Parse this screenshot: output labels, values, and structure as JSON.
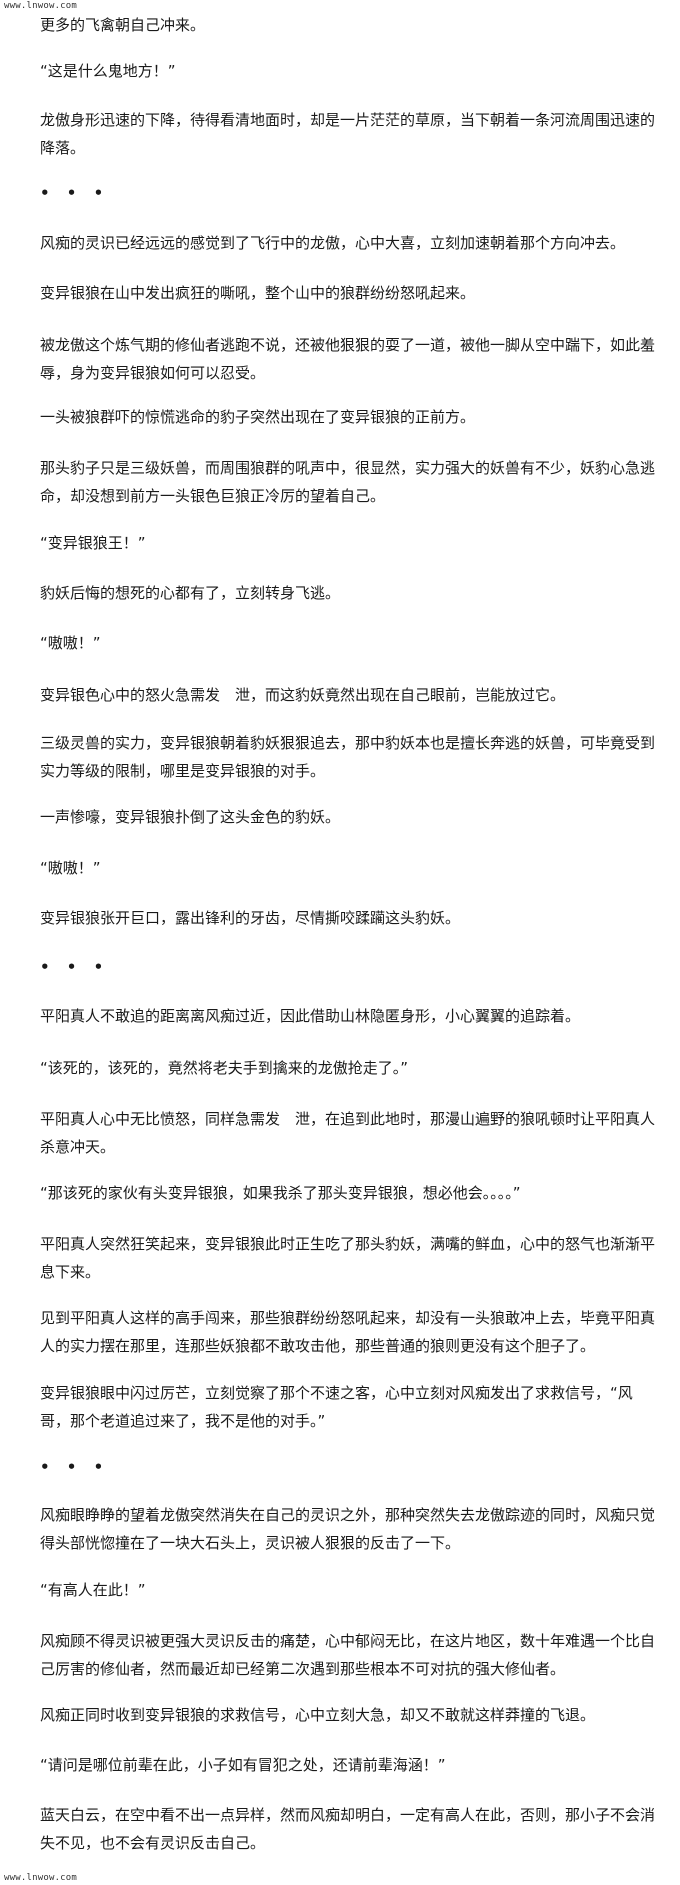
{
  "site": {
    "top_mark": "www.lnwow.com",
    "bottom_mark": "www.lnwow.com"
  },
  "paragraphs": [
    "更多的飞禽朝自己冲来。",
    "“这是什么鬼地方！”",
    "龙傲身形迅速的下降，待得看清地面时，却是一片茫茫的草原，当下朝着一条河流周围迅速的降落。",
    "• • •",
    "风痴的灵识已经远远的感觉到了飞行中的龙傲，心中大喜，立刻加速朝着那个方向冲去。",
    "变异银狼在山中发出疯狂的嘶吼，整个山中的狼群纷纷怒吼起来。",
    "被龙傲这个炼气期的修仙者逃跑不说，还被他狠狠的耍了一道，被他一脚从空中踹下，如此羞辱，身为变异银狼如何可以忍受。",
    "一头被狼群吓的惊慌逃命的豹子突然出现在了变异银狼的正前方。",
    "那头豹子只是三级妖兽，而周围狼群的吼声中，很显然，实力强大的妖兽有不少，妖豹心急逃命，却没想到前方一头银色巨狼正冷厉的望着自己。",
    "“变异银狼王！”",
    "豹妖后悔的想死的心都有了，立刻转身飞逃。",
    "“嗷嗷！”",
    "变异银色心中的怒火急需发　泄，而这豹妖竟然出现在自己眼前，岂能放过它。",
    "三级灵兽的实力，变异银狼朝着豹妖狠狠追去，那中豹妖本也是擅长奔逃的妖兽，可毕竟受到实力等级的限制，哪里是变异银狼的对手。",
    "一声惨嚎，变异银狼扑倒了这头金色的豹妖。",
    "“嗷嗷！”",
    "变异银狼张开巨口，露出锋利的牙齿，尽情撕咬蹂躏这头豹妖。",
    "• • •",
    "平阳真人不敢追的距离离风痴过近，因此借助山林隐匿身形，小心翼翼的追踪着。",
    "“该死的，该死的，竟然将老夫手到擒来的龙傲抢走了。”",
    "平阳真人心中无比愤怒，同样急需发　泄，在追到此地时，那漫山遍野的狼吼顿时让平阳真人杀意冲天。",
    "“那该死的家伙有头变异银狼，如果我杀了那头变异银狼，想必他会。。。。”",
    "平阳真人突然狂笑起来，变异银狼此时正生吃了那头豹妖，满嘴的鲜血，心中的怒气也渐渐平息下来。",
    "见到平阳真人这样的高手闯来，那些狼群纷纷怒吼起来，却没有一头狼敢冲上去，毕竟平阳真人的实力摆在那里，连那些妖狼都不敢攻击他，那些普通的狼则更没有这个胆子了。",
    "变异银狼眼中闪过厉芒，立刻觉察了那个不速之客，心中立刻对风痴发出了求救信号，“风哥，那个老道追过来了，我不是他的对手。”",
    "• • •",
    "风痴眼睁睁的望着龙傲突然消失在自己的灵识之外，那种突然失去龙傲踪迹的同时，风痴只觉得头部恍惚撞在了一块大石头上，灵识被人狠狠的反击了一下。",
    "“有高人在此！”",
    "风痴顾不得灵识被更强大灵识反击的痛楚，心中郁闷无比，在这片地区，数十年难遇一个比自己厉害的修仙者，然而最近却已经第二次遇到那些根本不可对抗的强大修仙者。",
    "风痴正同时收到变异银狼的求救信号，心中立刻大急，却又不敢就这样莽撞的飞退。",
    "“请问是哪位前辈在此，小子如有冒犯之处，还请前辈海涵！”",
    "蓝天白云，在空中看不出一点异样，然而风痴却明白，一定有高人在此，否则，那小子不会消失不见，也不会有灵识反击自己。"
  ]
}
